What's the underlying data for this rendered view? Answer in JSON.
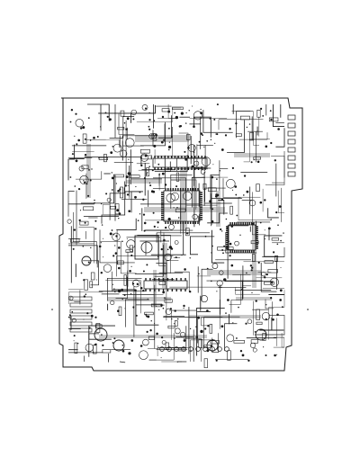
{
  "document": {
    "kind": "pcb-silkscreen-layout",
    "ink_color": "#1a1a1a",
    "trace_fill": "#9a9a9a",
    "background": "#ffffff"
  },
  "board": {
    "major_parts": [
      {
        "name": "ic-qfp-left",
        "pins_per_side": 14
      },
      {
        "name": "ic-qfp-right",
        "pins_per_side": 12
      },
      {
        "name": "ic-dip-row-upper",
        "pins_per_side": 16
      },
      {
        "name": "connector-right-edge",
        "pins": 8
      },
      {
        "name": "connector-bottom",
        "pins": 10
      },
      {
        "name": "heatsink-center"
      }
    ]
  }
}
